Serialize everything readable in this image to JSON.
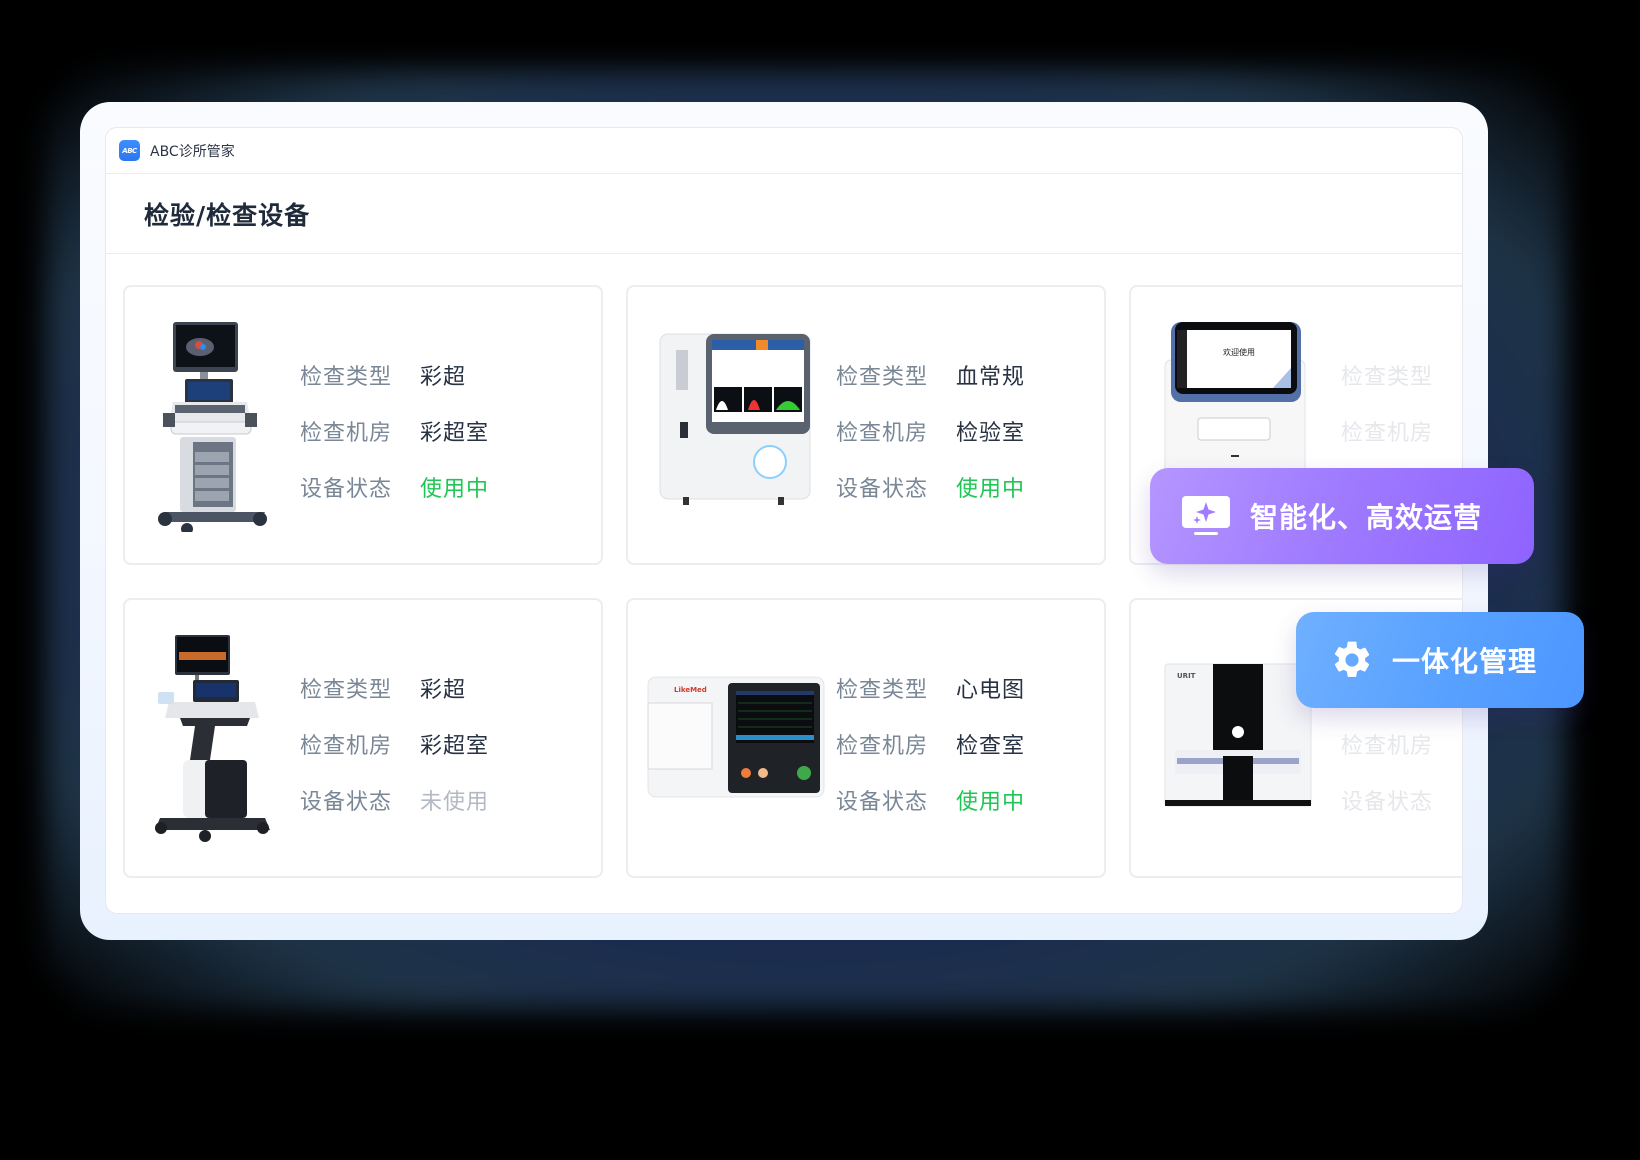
{
  "app": {
    "title": "ABC诊所管家",
    "icon_text": "ABC"
  },
  "page": {
    "title": "检验/检查设备"
  },
  "labels": {
    "type": "检查类型",
    "room": "检查机房",
    "status": "设备状态"
  },
  "devices": [
    {
      "type": "彩超",
      "room": "彩超室",
      "status": "使用中",
      "status_kind": "active",
      "device": "ultrasound-cart"
    },
    {
      "type": "血常规",
      "room": "检验室",
      "status": "使用中",
      "status_kind": "active",
      "device": "hematology-analyzer"
    },
    {
      "type": "",
      "room": "",
      "status": "",
      "status_kind": "hidden",
      "device": "immunoassay-analyzer",
      "screen_text": "欢迎使用"
    },
    {
      "type": "彩超",
      "room": "彩超室",
      "status": "未使用",
      "status_kind": "inactive",
      "device": "ultrasound-cart-2"
    },
    {
      "type": "心电图",
      "room": "检查室",
      "status": "使用中",
      "status_kind": "active",
      "device": "ecg-machine",
      "brand": "LikeMed"
    },
    {
      "type": "",
      "room": "",
      "status": "",
      "status_kind": "hidden",
      "device": "urine-analyzer",
      "brand": "URIT"
    }
  ],
  "badges": {
    "smart": {
      "label": "智能化、高效运营",
      "icon": "monitor-sparkle-icon",
      "color": "#9b74ff"
    },
    "integrated": {
      "label": "一体化管理",
      "icon": "gear-icon",
      "color": "#5aa2ff"
    }
  },
  "colors": {
    "status_active": "#1fc653",
    "status_inactive": "#b3b9c2",
    "label": "#7a8797",
    "value": "#273243"
  }
}
